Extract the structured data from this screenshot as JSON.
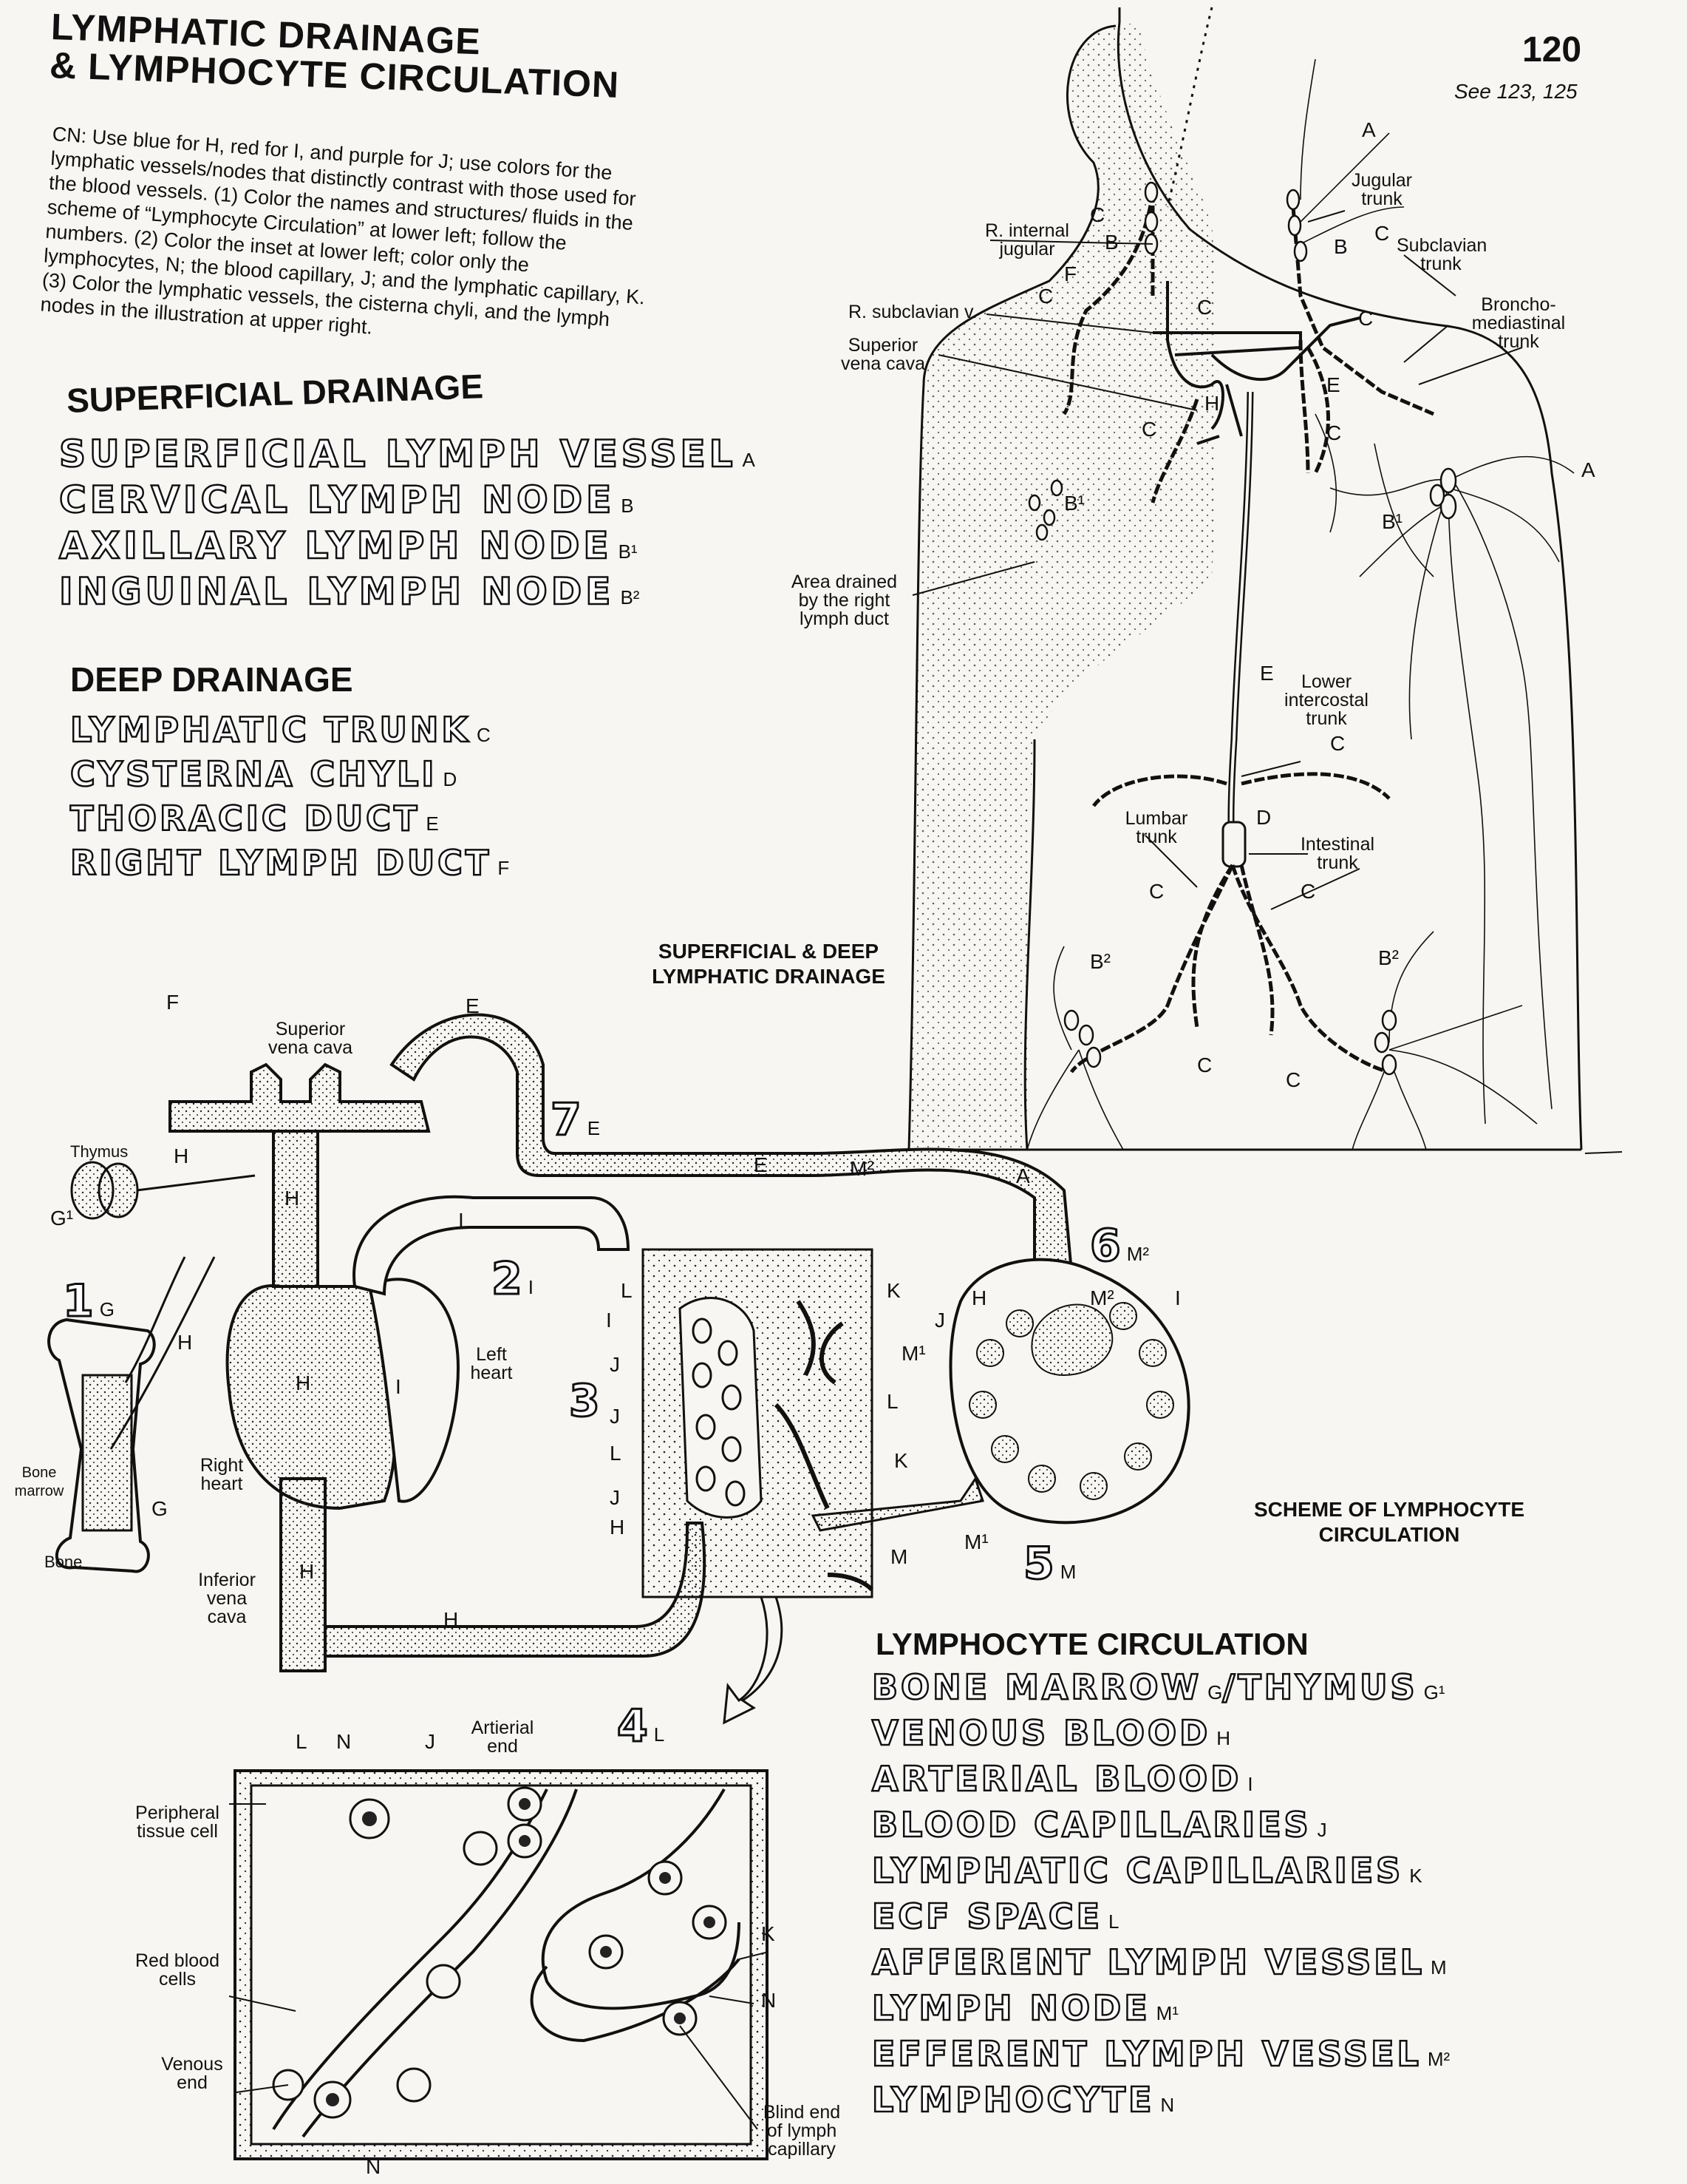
{
  "header": {
    "title_line1": "LYMPHATIC DRAINAGE",
    "title_line2": "& LYMPHOCYTE CIRCULATION",
    "page_number": "120",
    "see_also": "See 123, 125"
  },
  "instructions": "CN: Use blue for H, red for I, and purple for J; use colors for the lymphatic vessels/nodes that distinctly contrast with those used for the blood vessels. (1) Color the names and structures/ fluids in the scheme of “Lymphocyte Circulation” at lower left; follow the numbers. (2) Color the inset at lower left; color only the lymphocytes, N; the blood capillary, J; and the lymphatic capillary, K. (3) Color the lymphatic vessels, the cisterna chyli, and the lymph nodes in the illustration at upper right.",
  "superficial": {
    "heading": "SUPERFICIAL DRAINAGE",
    "items": [
      {
        "name": "SUPERFICIAL LYMPH VESSEL",
        "sub": "A"
      },
      {
        "name": "CERVICAL LYMPH NODE",
        "sub": "B"
      },
      {
        "name": "AXILLARY LYMPH NODE",
        "sub": "B¹"
      },
      {
        "name": "INGUINAL LYMPH NODE",
        "sub": "B²"
      }
    ]
  },
  "deep": {
    "heading": "DEEP DRAINAGE",
    "items": [
      {
        "name": "LYMPHATIC TRUNK",
        "sub": "C"
      },
      {
        "name": "CYSTERNA CHYLI",
        "sub": "D"
      },
      {
        "name": "THORACIC DUCT",
        "sub": "E"
      },
      {
        "name": "RIGHT LYMPH DUCT",
        "sub": "F"
      }
    ]
  },
  "torso_figure": {
    "caption": "SUPERFICIAL & DEEP LYMPHATIC DRAINAGE",
    "labels": {
      "r_internal_jugular": "R. internal jugular",
      "r_subclavian": "R. subclavian v.",
      "superior_vena_cava": "Superior vena cava",
      "area_drained": "Area drained by the right lymph duct",
      "jugular_trunk": "Jugular trunk",
      "subclavian_trunk": "Subclavian trunk",
      "broncho_mediastinal": "Broncho-mediastinal trunk",
      "lower_intercostal": "Lower intercostal trunk",
      "lumbar_trunk": "Lumbar trunk",
      "intestinal_trunk": "Intestinal trunk"
    }
  },
  "scheme_figure": {
    "caption": "SCHEME OF LYMPHOCYTE CIRCULATION",
    "labels": {
      "superior_vena_cava": "Superior vena cava",
      "thymus": "Thymus",
      "bone_marrow": "Bone marrow",
      "bone": "Bone",
      "right_heart": "Right heart",
      "left_heart": "Left heart",
      "inferior_vena_cava": "Inferior vena cava"
    },
    "numbers": [
      "1",
      "2",
      "3",
      "4",
      "5",
      "6",
      "7"
    ]
  },
  "inset_figure": {
    "labels": {
      "peripheral_tissue_cell": "Peripheral tissue cell",
      "red_blood_cells": "Red blood cells",
      "venous_end": "Venous end",
      "arterial_end": "Artierial end",
      "blind_end": "Blind end of lymph capillary"
    }
  },
  "lymphocyte_circulation": {
    "heading": "LYMPHOCYTE CIRCULATION",
    "items": [
      {
        "name": "BONE MARROW",
        "sub": "G",
        "name2": "/THYMUS",
        "sub2": "G¹"
      },
      {
        "name": "VENOUS BLOOD",
        "sub": "H"
      },
      {
        "name": "ARTERIAL BLOOD",
        "sub": "I"
      },
      {
        "name": "BLOOD CAPILLARIES",
        "sub": "J"
      },
      {
        "name": "LYMPHATIC CAPILLARIES",
        "sub": "K"
      },
      {
        "name": "ECF SPACE",
        "sub": "L"
      },
      {
        "name": "AFFERENT LYMPH VESSEL",
        "sub": "M"
      },
      {
        "name": "LYMPH NODE",
        "sub": "M¹"
      },
      {
        "name": "EFFERENT LYMPH VESSEL",
        "sub": "M²"
      },
      {
        "name": "LYMPHOCYTE",
        "sub": "N"
      }
    ]
  }
}
